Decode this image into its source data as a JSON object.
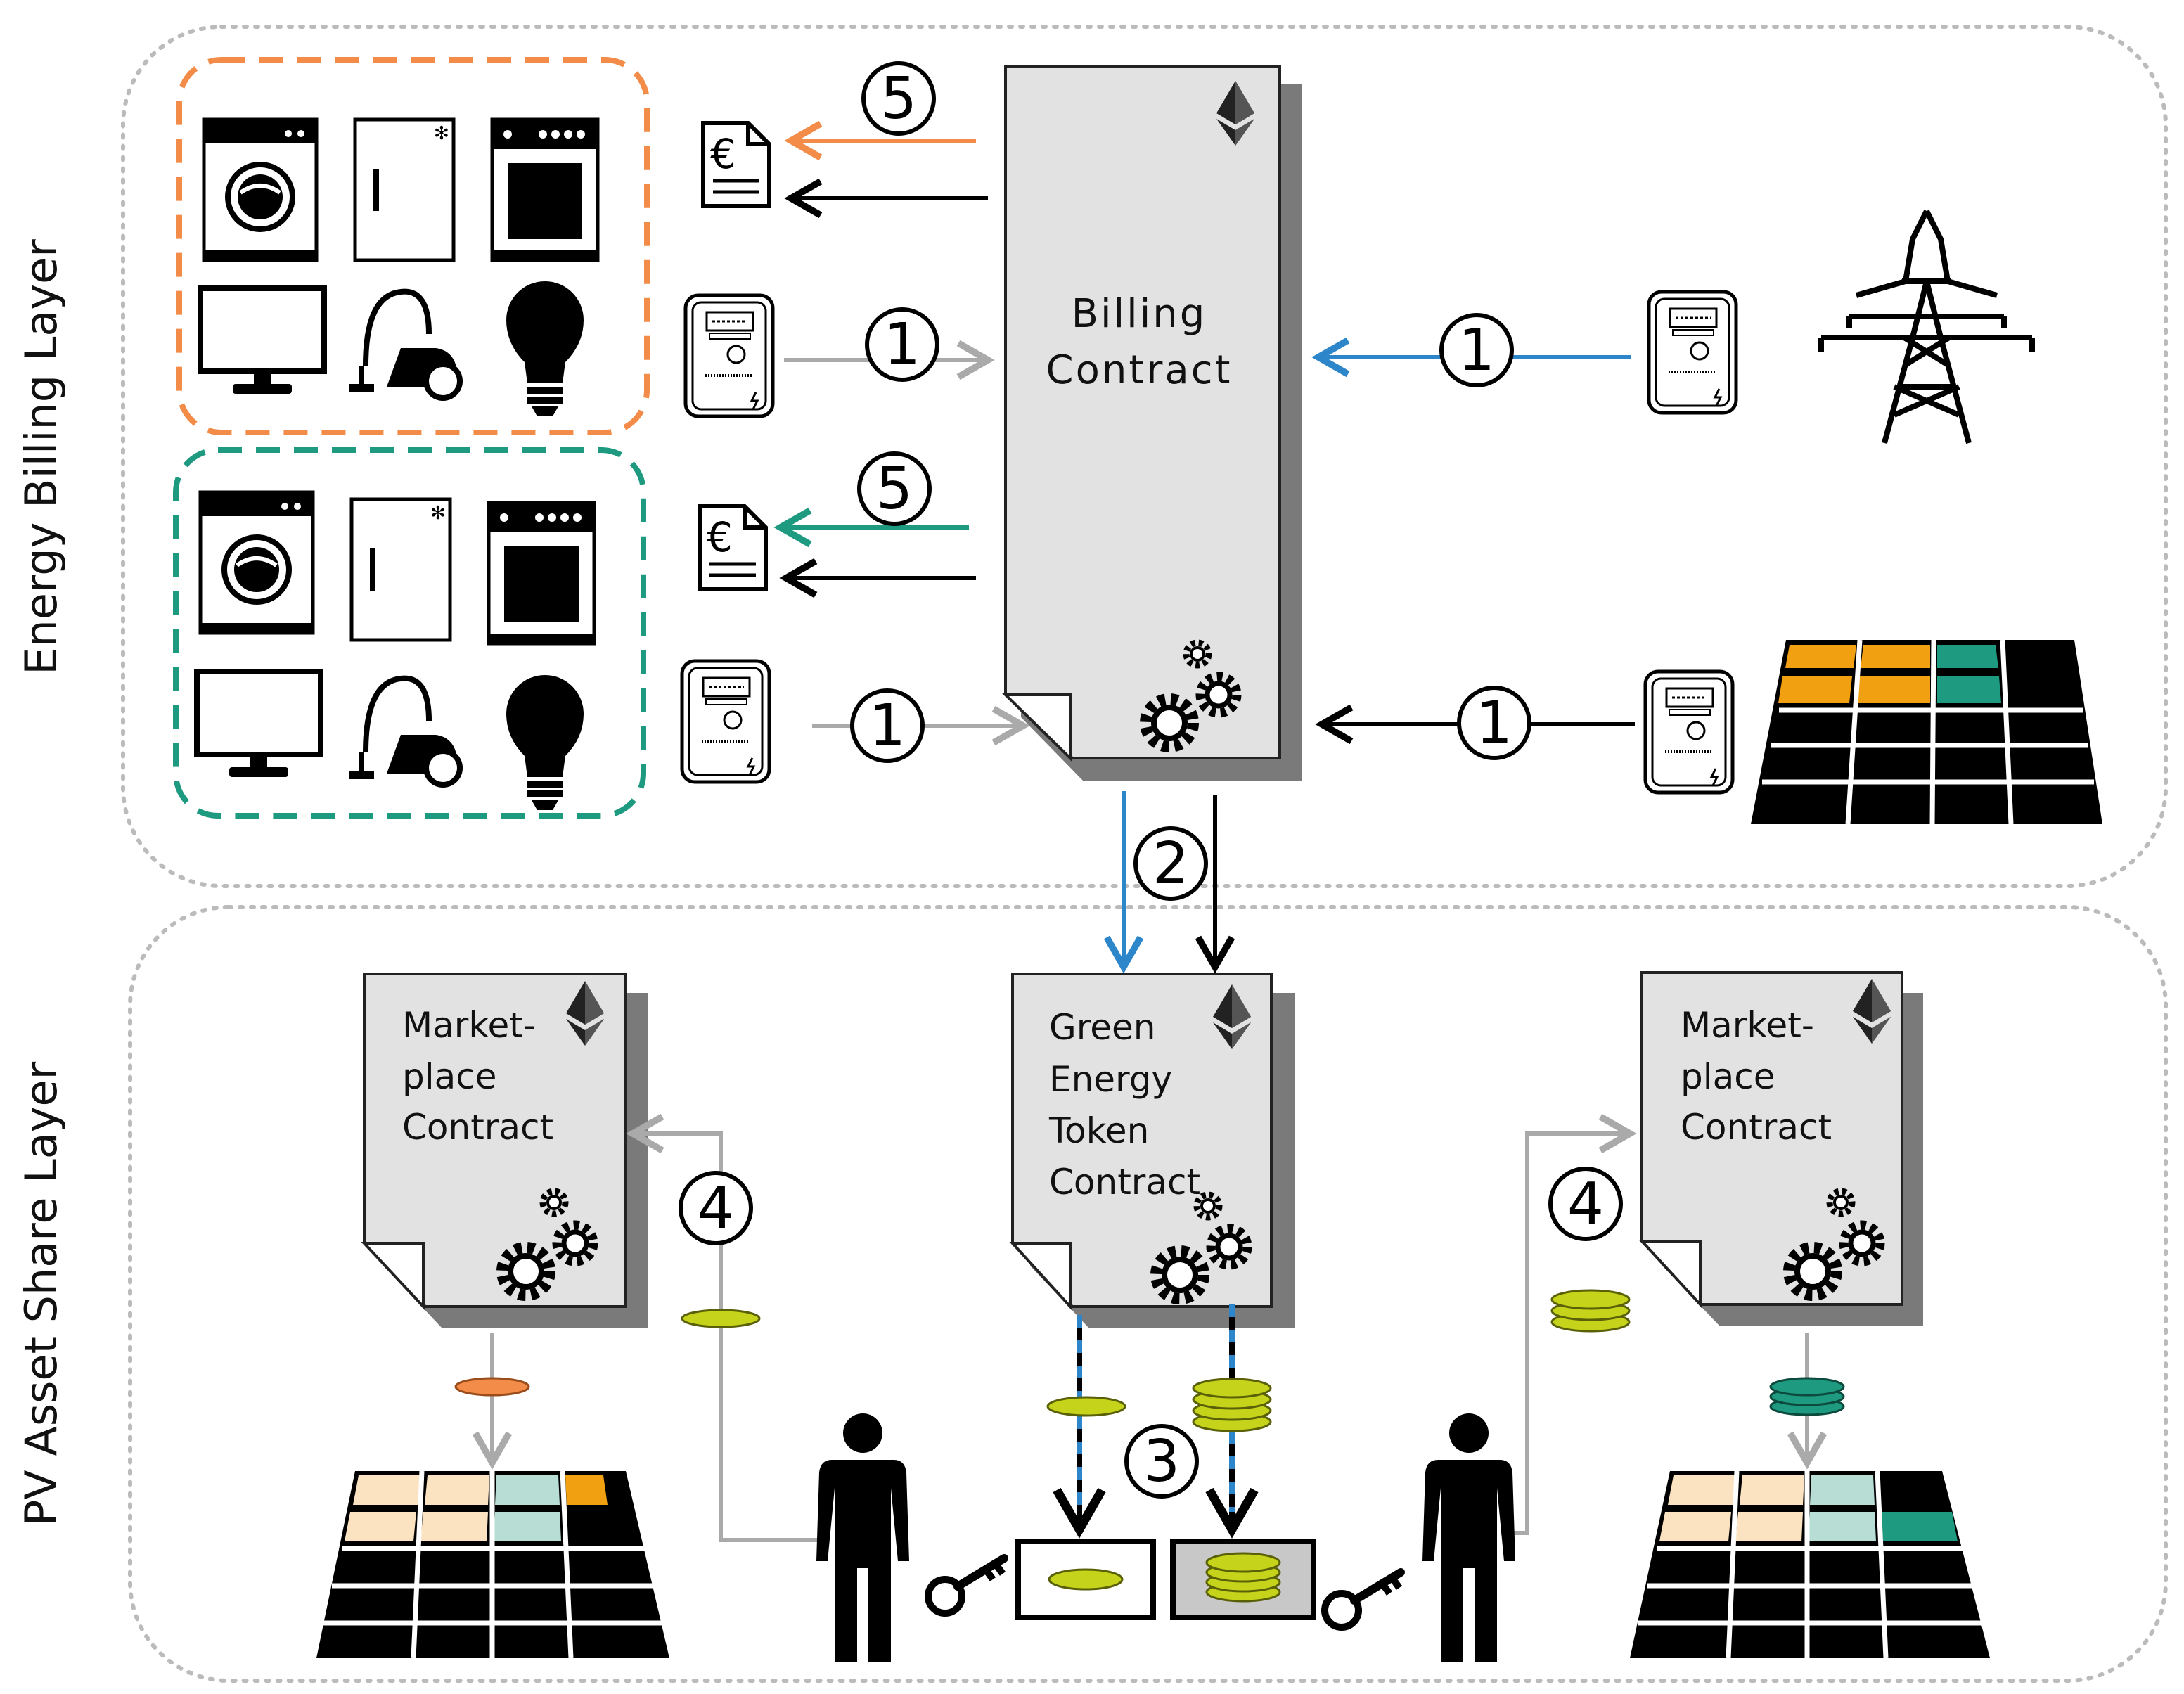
{
  "layers": {
    "top": "Energy Billing Layer",
    "bottom": "PV Asset Share Layer"
  },
  "contracts": {
    "billing": [
      "Billing",
      "Contract"
    ],
    "green_token": [
      "Green",
      "Energy",
      "Token",
      "Contract"
    ],
    "marketplace_left": [
      "Market-",
      "place",
      "Contract"
    ],
    "marketplace_right": [
      "Market-",
      "place",
      "Contract"
    ]
  },
  "steps": {
    "one": "1",
    "two": "2",
    "three": "3",
    "four": "4",
    "five": "5"
  },
  "colors": {
    "orange": "#f28c48",
    "teal": "#1e9a80",
    "blue": "#2d86c9",
    "grey": "#aaaaaa",
    "token_green": "#c5d31b",
    "panel_orange": "#f0a010",
    "panel_peach": "#fbe3c2",
    "panel_mint": "#b8ddd5",
    "panel_teal": "#1e9a80"
  },
  "icons": [
    "washing-machine-icon",
    "fridge-icon",
    "stove-icon",
    "tv-icon",
    "vacuum-icon",
    "light-bulb-icon",
    "smart-meter-icon",
    "invoice-euro-icon",
    "power-pylon-icon",
    "solar-panel-icon",
    "ethereum-icon",
    "gears-icon",
    "person-icon",
    "key-icon",
    "token-coin-icon",
    "vault-box-icon"
  ]
}
